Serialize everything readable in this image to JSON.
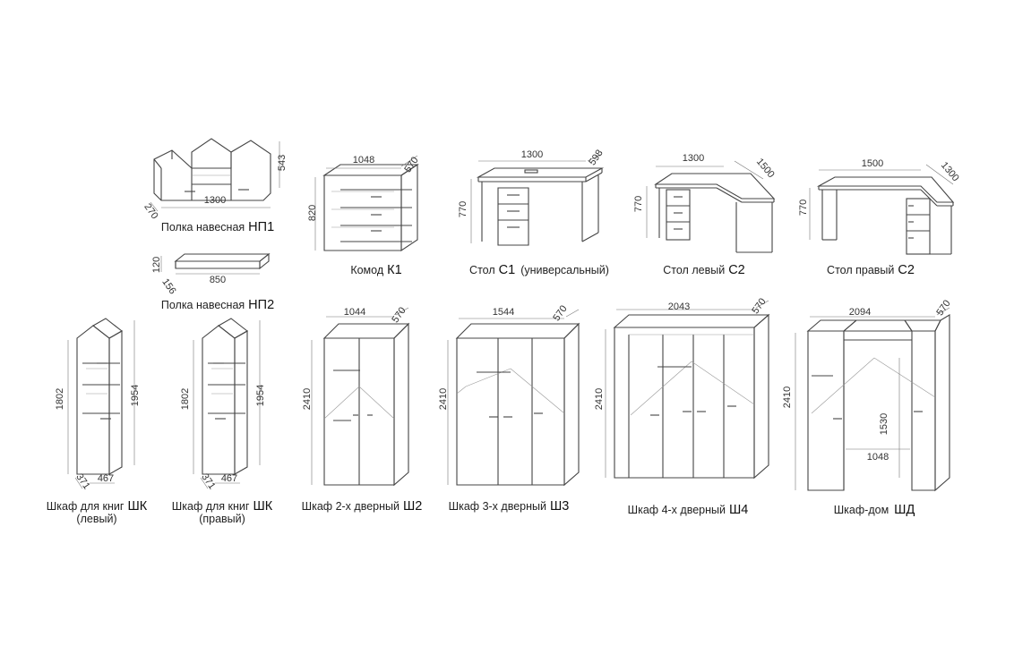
{
  "colors": {
    "line": "#444444",
    "dim_line": "#777777",
    "text": "#222222",
    "background": "#ffffff"
  },
  "items": {
    "np1": {
      "caption": "Полка навесная",
      "code": "НП1",
      "dims": {
        "width": "1300",
        "height": "543",
        "depth": "270"
      }
    },
    "np2": {
      "caption": "Полка навесная",
      "code": "НП2",
      "dims": {
        "width": "850",
        "height": "120",
        "depth": "156"
      }
    },
    "k1": {
      "caption": "Комод",
      "code": "К1",
      "dims": {
        "width": "1048",
        "depth": "570",
        "height": "820"
      }
    },
    "c1": {
      "caption": "Стол",
      "code": "С1",
      "note": "(универсальный)",
      "dims": {
        "width": "1300",
        "depth": "598",
        "height": "770"
      }
    },
    "c2l": {
      "caption": "Стол левый",
      "code": "С2",
      "dims": {
        "width": "1300",
        "depth": "1500",
        "height": "770"
      }
    },
    "c2r": {
      "caption": "Стол правый",
      "code": "С2",
      "dims": {
        "width": "1500",
        "depth": "1300",
        "height": "770"
      }
    },
    "shk_l": {
      "caption": "Шкаф для книг",
      "code": "ШК",
      "sub": "(левый)",
      "dims": {
        "height_side": "1802",
        "height_top": "1954",
        "width": "467",
        "depth": "371"
      }
    },
    "shk_r": {
      "caption": "Шкаф для книг",
      "code": "ШК",
      "sub": "(правый)",
      "dims": {
        "height_side": "1802",
        "height_top": "1954",
        "width": "467",
        "depth": "371"
      }
    },
    "sh2": {
      "caption": "Шкаф 2-х дверный",
      "code": "Ш2",
      "dims": {
        "width": "1044",
        "depth": "570",
        "height": "2410"
      }
    },
    "sh3": {
      "caption": "Шкаф 3-х дверный",
      "code": "Ш3",
      "dims": {
        "width": "1544",
        "depth": "570",
        "height": "2410"
      }
    },
    "sh4": {
      "caption": "Шкаф 4-х дверный",
      "code": "Ш4",
      "dims": {
        "width": "2043",
        "depth": "570",
        "height": "2410"
      }
    },
    "shd": {
      "caption": "Шкаф-дом",
      "code": "ШД",
      "dims": {
        "width": "2094",
        "depth": "570",
        "height": "2410",
        "inner_height": "1530",
        "inner_width": "1048"
      }
    }
  }
}
